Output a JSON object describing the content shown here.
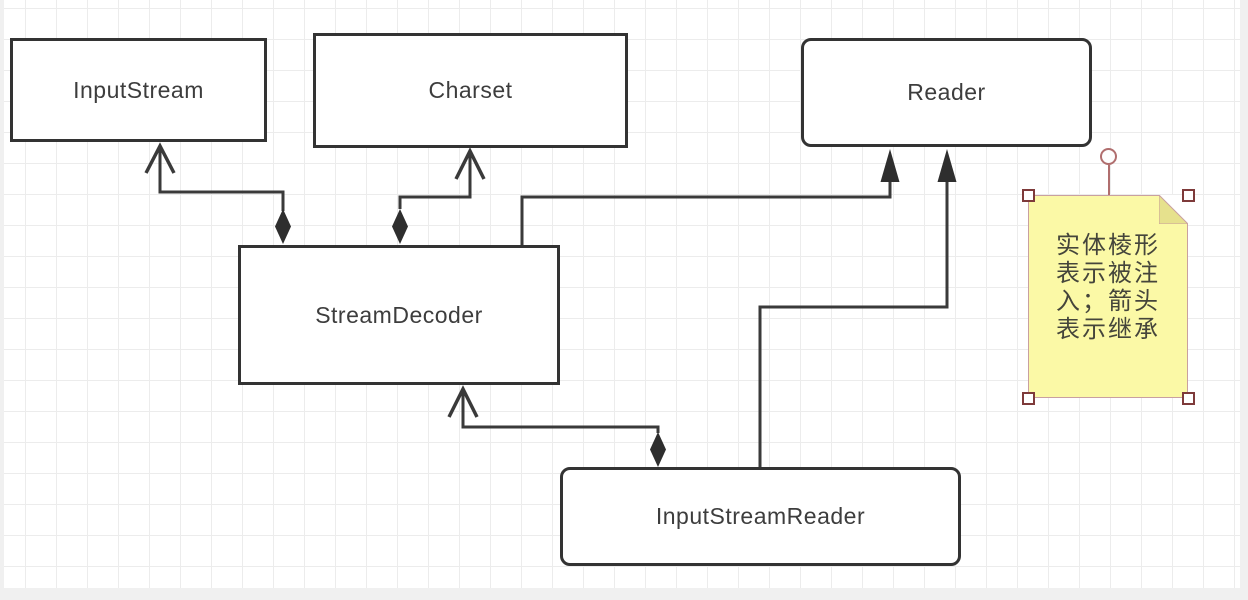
{
  "diagram": {
    "nodes": {
      "input_stream": {
        "label": "InputStream"
      },
      "charset": {
        "label": "Charset"
      },
      "reader": {
        "label": "Reader"
      },
      "stream_decoder": {
        "label": "StreamDecoder"
      },
      "input_stream_reader": {
        "label": "InputStreamReader"
      }
    },
    "edges": [
      {
        "from": "StreamDecoder",
        "to": "InputStream",
        "tail_marker": "solid-diamond",
        "head_marker": "open-arrow"
      },
      {
        "from": "StreamDecoder",
        "to": "Charset",
        "tail_marker": "solid-diamond",
        "head_marker": "open-arrow"
      },
      {
        "from": "StreamDecoder",
        "to": "Reader",
        "tail_marker": "none",
        "head_marker": "solid-arrow"
      },
      {
        "from": "InputStreamReader",
        "to": "Reader",
        "tail_marker": "none",
        "head_marker": "solid-arrow"
      },
      {
        "from": "InputStreamReader",
        "to": "StreamDecoder",
        "tail_marker": "solid-diamond",
        "head_marker": "open-arrow"
      }
    ],
    "note": {
      "text": "实体棱形表示被注入；箭头表示继承",
      "lines": [
        "实体棱形",
        "表示被注",
        "入；箭头",
        "表示继承"
      ],
      "selected": true
    },
    "colors": {
      "shape_border": "#333333",
      "shape_fill": "#ffffff",
      "label_text": "#3d3d3d",
      "edge_line": "#3a3a3a",
      "grid_line": "#ececec",
      "canvas_bg": "#ffffff",
      "outer_bg": "#f0f0f0",
      "note_fill": "#fbf9a6",
      "note_fold": "#e6e18d",
      "note_border": "#c9a0a0",
      "note_text": "#45453b",
      "selection_handle": "#7e3a3a",
      "connector_pin": "#b06e6e"
    }
  }
}
